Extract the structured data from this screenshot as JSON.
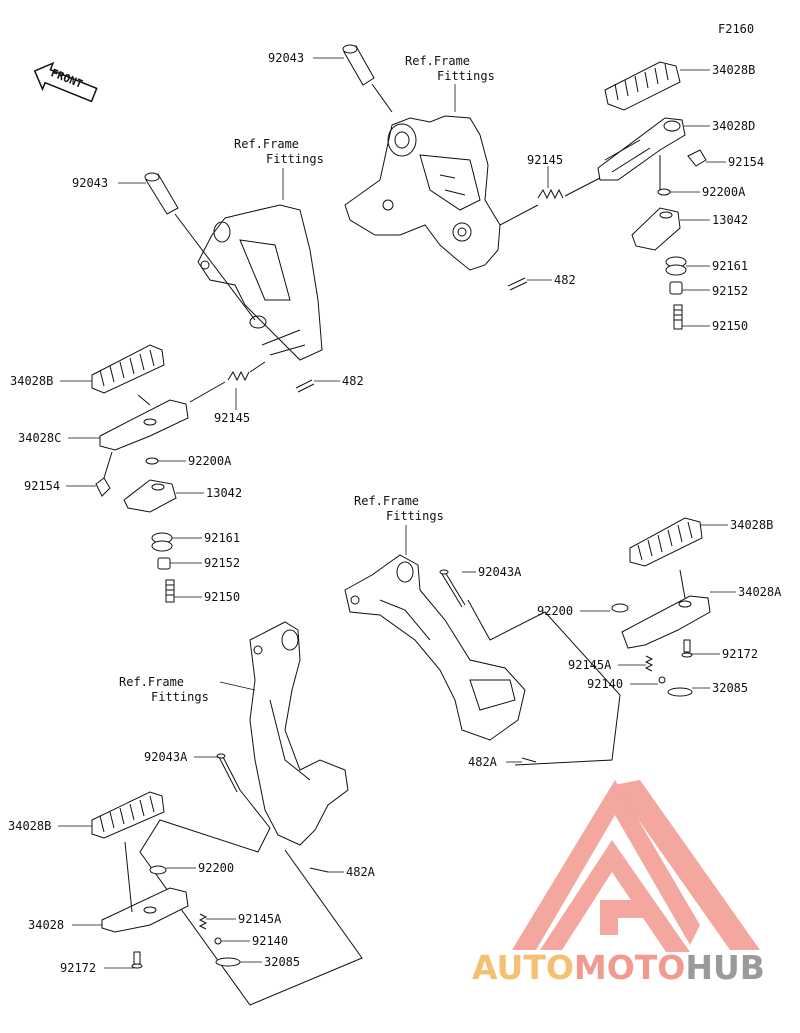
{
  "diagram_code": "F2160",
  "front_arrow_text": "FRONT",
  "ref_label_line1": "Ref.Frame",
  "ref_label_line2": "Fittings",
  "parts": {
    "p92043_a": "92043",
    "p92043_b": "92043",
    "p34028B_a": "34028B",
    "p34028D": "34028D",
    "p92145_a": "92145",
    "p92154_a": "92154",
    "p92200A_a": "92200A",
    "p13042_a": "13042",
    "p482_a": "482",
    "p92161_a": "92161",
    "p92152_a": "92152",
    "p92150_a": "92150",
    "p34028B_b": "34028B",
    "p482_b": "482",
    "p92145_b": "92145",
    "p34028C": "34028C",
    "p92200A_b": "92200A",
    "p92154_b": "92154",
    "p13042_b": "13042",
    "p92161_b": "92161",
    "p92152_b": "92152",
    "p92150_b": "92150",
    "p92043A_a": "92043A",
    "p34028B_c": "34028B",
    "p92200_a": "92200",
    "p34028A": "34028A",
    "p92145A_a": "92145A",
    "p92172_a": "92172",
    "p92140_a": "92140",
    "p32085_a": "32085",
    "p482A_a": "482A",
    "p92043A_b": "92043A",
    "p34028B_d": "34028B",
    "p92200_b": "92200",
    "p482A_b": "482A",
    "p34028": "34028",
    "p92145A_b": "92145A",
    "p92140_b": "92140",
    "p92172_b": "92172",
    "p32085_b": "32085"
  },
  "watermark": {
    "part1": "AUTO",
    "part2": "MOTO",
    "part3": "HUB",
    "color1": "#f5c071",
    "color2": "#f29a90",
    "color3": "#9a9a9a"
  }
}
